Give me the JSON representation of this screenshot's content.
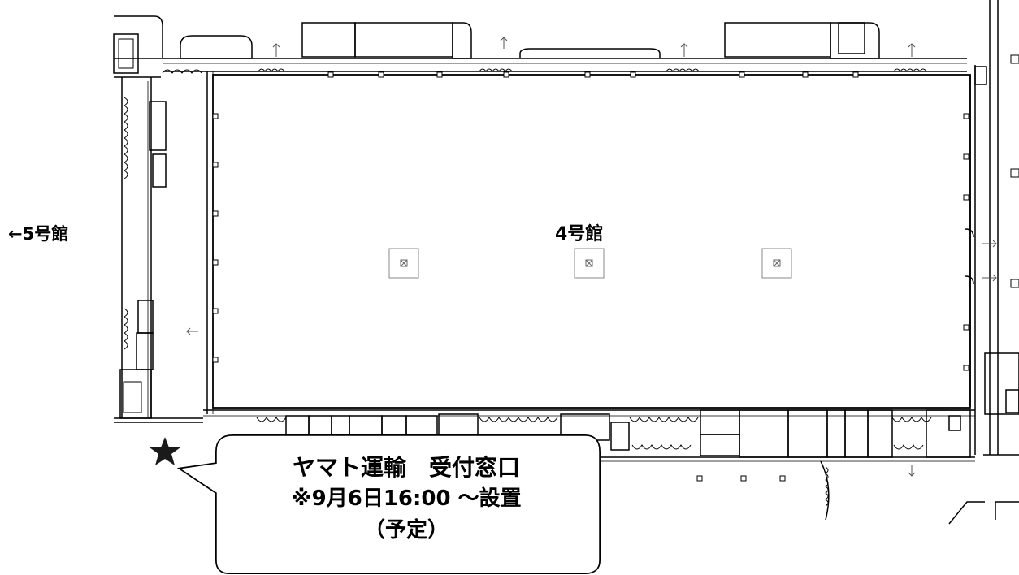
{
  "halls": {
    "hall5_label": "←5号館",
    "hall4_label": "4号館"
  },
  "callout": {
    "line1": "ヤマト運輸　受付窓口",
    "line2": "※9月6日16:00 ～設置",
    "line3": "（予定）"
  },
  "markers": {
    "reception_marker": "star-icon"
  },
  "colors": {
    "line": "#000000",
    "hall_floor": "#ffffff",
    "marker": "#1a1a1a"
  }
}
